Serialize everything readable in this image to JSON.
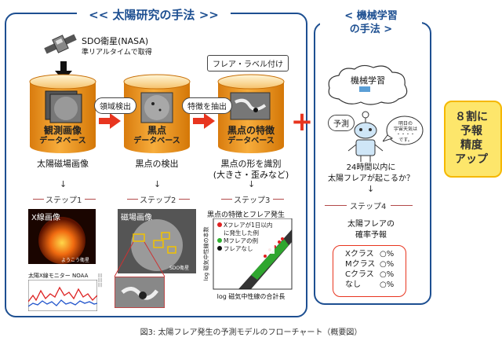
{
  "left_panel": {
    "title": "<< 太陽研究の手法 >>",
    "satellite_label": "SDO衛星(NASA)",
    "satellite_sub": "準リアルタイムで取得",
    "databases": [
      {
        "title_line1": "観測画像",
        "title_line2": "データベース",
        "label": "太陽磁場画像"
      },
      {
        "title_line1": "黒点",
        "title_line2": "データベース",
        "label": "黒点の検出"
      },
      {
        "title_line1": "黒点の特徴",
        "title_line2": "データベース",
        "label": "黒点の形を識別",
        "label2": "(大きさ・歪みなど)"
      }
    ],
    "bubbles": {
      "detect": "領域検出",
      "extract": "特徴を抽出",
      "flare_label": "フレア・ラベル付け"
    },
    "steps": [
      "ステップ1",
      "ステップ2",
      "ステップ3"
    ],
    "step1": {
      "xray_title": "X線画像",
      "xray_credit": "ようこう衛星",
      "noaa_title": "太陽X線モニター NOAA"
    },
    "step2": {
      "title": "磁場画像",
      "credit": "SDO衛星"
    },
    "step3": {
      "title": "黒点の特徴とフレア発生",
      "legend": [
        "Xフレアが1日以内",
        "に発生した例",
        "Mフレアの例",
        "フレアなし"
      ],
      "xlabel": "log 磁気中性線の合計長",
      "ylabel": "log 磁気中性線の本数"
    }
  },
  "right_panel": {
    "title_line1": "< 機械学習",
    "title_line2": "の手法 >",
    "cloud": "機械学習",
    "predict_bubble": "予測",
    "robot_bubble": [
      "明日の",
      "宇宙天気は",
      "・・・・",
      "です。"
    ],
    "question": [
      "24時間以内に",
      "太陽フレアが起こるか？"
    ],
    "step": "ステップ4",
    "prob_title": [
      "太陽フレアの",
      "確率予報"
    ],
    "classes": [
      {
        "name": "Xクラス",
        "pct": "○%"
      },
      {
        "name": "Mクラス",
        "pct": "○%"
      },
      {
        "name": "Cクラス",
        "pct": "○%"
      },
      {
        "name": "なし",
        "pct": "○%"
      }
    ]
  },
  "result": {
    "lines": [
      "８割に",
      "予報",
      "精度",
      "アップ"
    ]
  },
  "plus_sign": "+",
  "caption": "図3: 太陽フレア発生の予測モデルのフローチャート（概要図）",
  "colors": {
    "panel_border": "#1d4f91",
    "arrow": "#e8351f",
    "cylinder": "#f39a1c",
    "result_box": "#fde66b"
  }
}
